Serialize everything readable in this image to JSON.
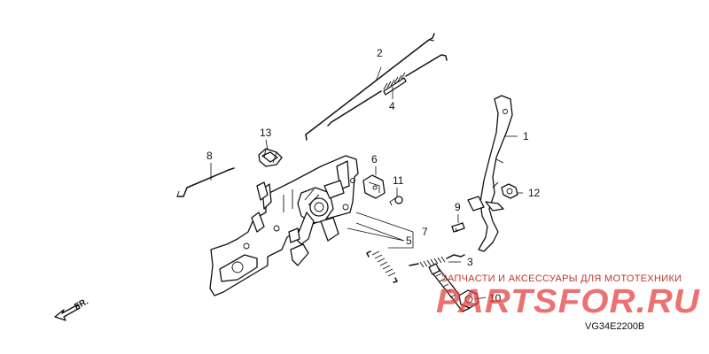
{
  "diagram": {
    "callouts": [
      "1",
      "2",
      "3",
      "4",
      "5",
      "5",
      "6",
      "7",
      "8",
      "9",
      "10",
      "11",
      "12",
      "13"
    ],
    "diagram_code": "VG34E2200B",
    "direction_label": "FR.",
    "watermark": {
      "tagline": "ЗАПЧАСТИ И АКСЕССУАРЫ ДЛЯ МОТОТЕХНИКИ",
      "brand": "PARTSFOR.RU"
    },
    "colors": {
      "line": "#111111",
      "watermark": "#e43a3a",
      "background": "#ffffff"
    }
  }
}
